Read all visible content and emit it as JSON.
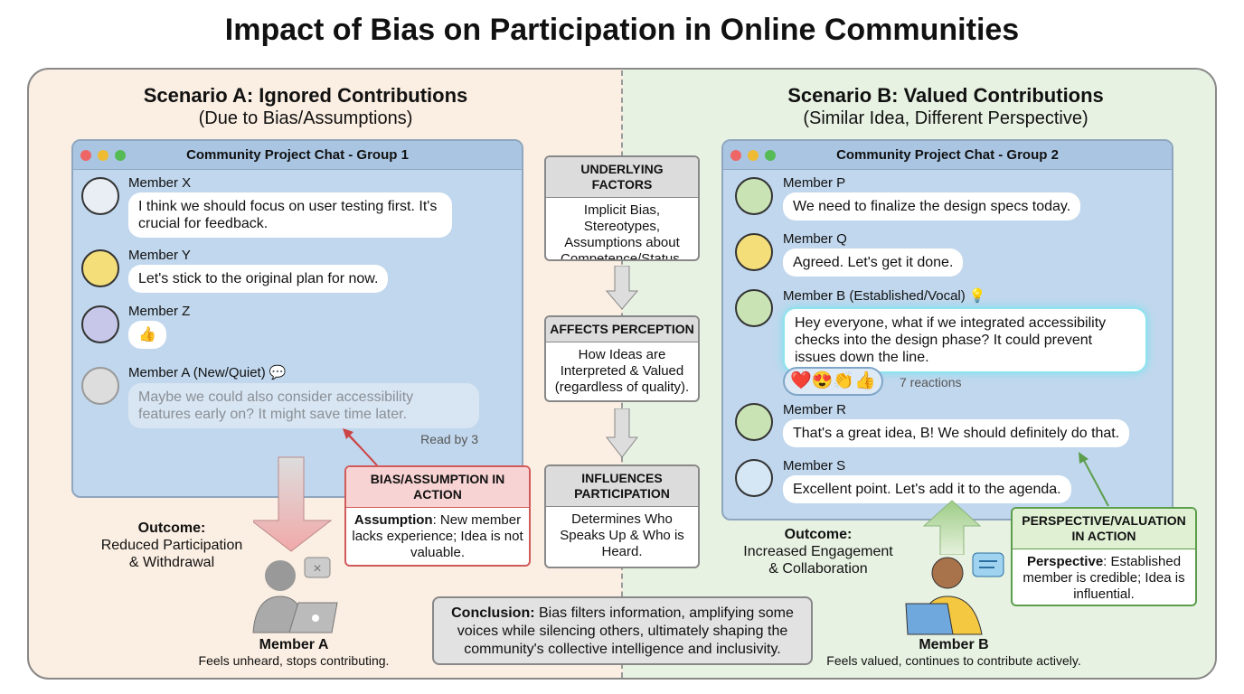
{
  "title": "Impact of Bias on Participation in Online Communities",
  "scenario_a": {
    "title": "Scenario A: Ignored Contributions",
    "subtitle": "(Due to Bias/Assumptions)",
    "chat": {
      "title": "Community Project Chat - Group 1",
      "messages": [
        {
          "name": "Member X",
          "text": "I think we should focus on user testing first. It's crucial for feedback."
        },
        {
          "name": "Member Y",
          "text": "Let's stick to the original plan for now."
        },
        {
          "name": "Member Z",
          "text": "👍"
        },
        {
          "name": "Member A (New/Quiet)",
          "text": "Maybe we could also consider accessibility features early on? It might save time later."
        }
      ],
      "read_receipt": "Read by 3"
    },
    "callout": {
      "title": "BIAS/ASSUMPTION IN ACTION",
      "label": "Assumption",
      "text": ": New member lacks experience; Idea is not valuable."
    },
    "outcome": {
      "label": "Outcome:",
      "text1": "Reduced Participation",
      "text2": "& Withdrawal"
    },
    "member": {
      "name": "Member A",
      "caption": "Feels unheard, stops contributing."
    }
  },
  "center": [
    {
      "title": "UNDERLYING FACTORS",
      "text": "Implicit Bias, Stereotypes, Assumptions about Competence/Status."
    },
    {
      "title": "AFFECTS PERCEPTION",
      "text": "How Ideas are Interpreted & Valued (regardless of quality)."
    },
    {
      "title": "INFLUENCES PARTICIPATION",
      "text": "Determines Who Speaks Up & Who is Heard."
    }
  ],
  "scenario_b": {
    "title": "Scenario B: Valued Contributions",
    "subtitle": "(Similar Idea, Different Perspective)",
    "chat": {
      "title": "Community Project Chat - Group 2",
      "messages": [
        {
          "name": "Member P",
          "text": "We need to finalize the design specs today."
        },
        {
          "name": "Member Q",
          "text": "Agreed. Let's get it done."
        },
        {
          "name": "Member B (Established/Vocal) 💡",
          "text": "Hey everyone, what if we integrated accessibility checks into the design phase? It could prevent issues down the line."
        },
        {
          "name": "Member R",
          "text": "That's a great idea, B! We should definitely do that."
        },
        {
          "name": "Member S",
          "text": "Excellent point. Let's add it to the agenda."
        }
      ],
      "reactions": "❤️😍👏👍",
      "reaction_count": "7 reactions"
    },
    "callout": {
      "title": "PERSPECTIVE/VALUATION IN ACTION",
      "label": "Perspective",
      "text": ": Established member is credible; Idea is influential."
    },
    "outcome": {
      "label": "Outcome:",
      "text1": "Increased Engagement",
      "text2": "& Collaboration"
    },
    "member": {
      "name": "Member B",
      "caption": "Feels valued, continues to contribute actively."
    }
  },
  "conclusion": {
    "label": "Conclusion:",
    "text": " Bias filters information, amplifying some voices while silencing others, ultimately shaping the community's collective intelligence and inclusivity."
  },
  "colors": {
    "left_bg": "#fbeee2",
    "right_bg": "#e8f2e3",
    "chat_bg": "#c1d7ed",
    "bias_red": "#d05a5a",
    "valued_green": "#5c9e4c"
  }
}
